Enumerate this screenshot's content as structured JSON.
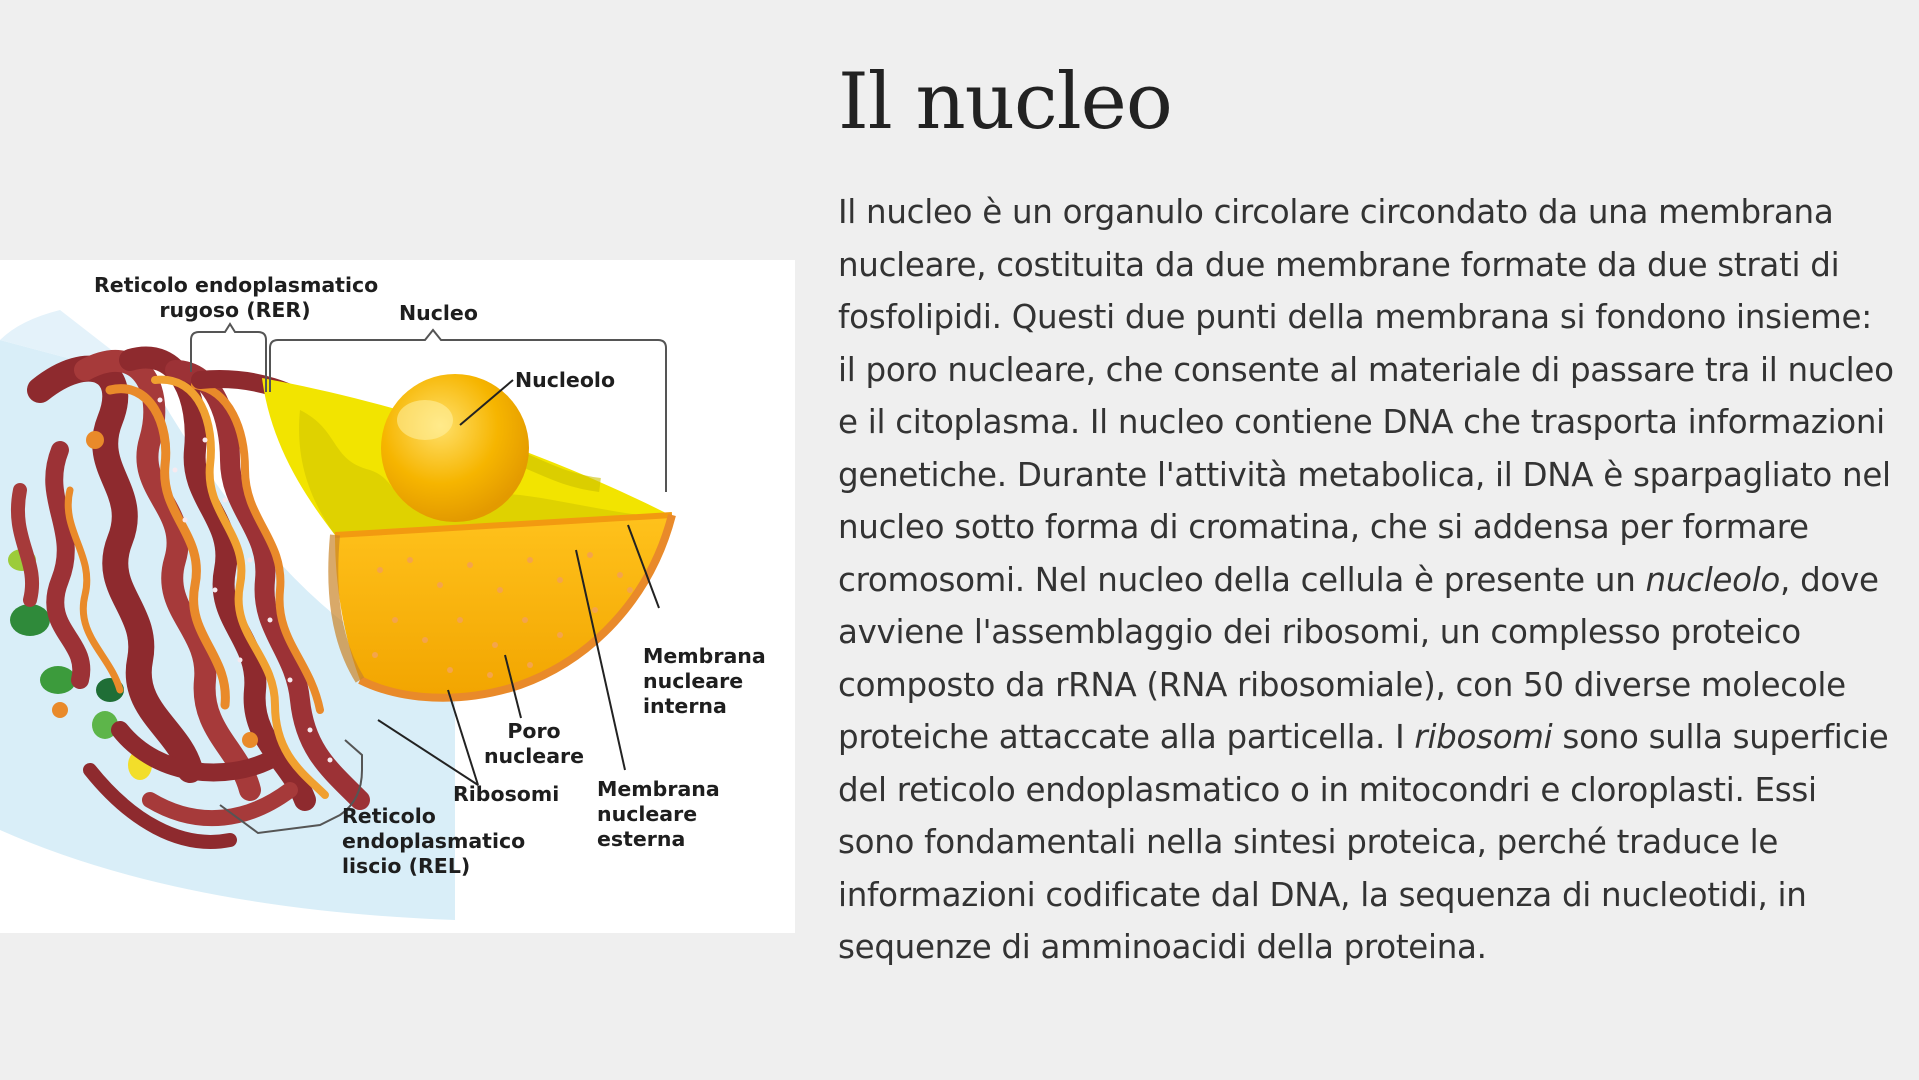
{
  "slide": {
    "title": "Il nucleo",
    "paragraph": {
      "p1": "Il nucleo è un organulo circolare circondato da una membrana nucleare, costituita da due membrane formate da due strati di fosfolipidi. Questi due punti della membrana si fondono insieme: il poro nucleare, che consente al materiale di passare tra il nucleo e il citoplasma. Il nucleo contiene DNA che trasporta informazioni genetiche. Durante l'attività metabolica, il DNA è sparpagliato nel nucleo sotto forma di cromatina, che si addensa per formare cromosomi. Nel nucleo della cellula è presente un ",
      "em1": "nucleolo",
      "p2": ", dove avviene l'assemblaggio dei ribosomi, un complesso proteico composto da rRNA (RNA ribosomiale), con 50 diverse molecole proteiche attaccate alla particella. I ",
      "em2": "ribosomi",
      "p3": " sono sulla superficie del reticolo endoplasmatico o in mitocondri e cloroplasti. Essi sono fondamentali nella sintesi proteica, perché traduce le informazioni codificate dal DNA, la sequenza di nucleotidi, in sequenze di amminoacidi della proteina."
    }
  },
  "diagram": {
    "labels": {
      "rer_1": "Reticolo endoplasmatico",
      "rer_2": "rugoso (RER)",
      "nucleo": "Nucleo",
      "nucleolo": "Nucleolo",
      "membrana_interna_1": "Membrana",
      "membrana_interna_2": "nucleare",
      "membrana_interna_3": "interna",
      "poro_1": "Poro",
      "poro_2": "nucleare",
      "ribosomi": "Ribosomi",
      "membrana_esterna_1": "Membrana",
      "membrana_esterna_2": "nucleare",
      "membrana_esterna_3": "esterna",
      "rel_1": "Reticolo",
      "rel_2": "endoplasmatico",
      "rel_3": "liscio (REL)"
    }
  },
  "colors": {
    "background": "#efefef",
    "cytoplasm": "#d8ecf6",
    "nucleus_yellow": "#f2e400",
    "nucleoplasm_orange": "#f7b20f",
    "er_red": "#8e2a2e",
    "er_orange": "#e98a2a"
  }
}
